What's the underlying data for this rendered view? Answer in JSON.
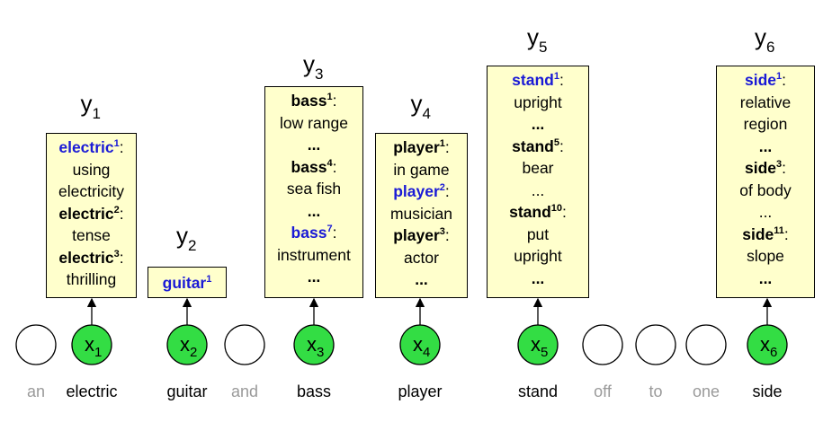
{
  "words": [
    {
      "text": "an",
      "target": false
    },
    {
      "text": "electric",
      "target": true
    },
    {
      "text": "guitar",
      "target": true
    },
    {
      "text": "and",
      "target": false
    },
    {
      "text": "bass",
      "target": true
    },
    {
      "text": "player",
      "target": true
    },
    {
      "text": "stand",
      "target": true
    },
    {
      "text": "off",
      "target": false
    },
    {
      "text": "to",
      "target": false
    },
    {
      "text": "one",
      "target": false
    },
    {
      "text": "side",
      "target": true
    }
  ],
  "x_label": "x",
  "y_label": "y",
  "targets": [
    {
      "index": "1",
      "senses": [
        {
          "kind": "word",
          "word": "electric",
          "num": "1",
          "highlight": true
        },
        {
          "kind": "gloss",
          "text": "using"
        },
        {
          "kind": "gloss",
          "text": "electricity"
        },
        {
          "kind": "word",
          "word": "electric",
          "num": "2",
          "highlight": false
        },
        {
          "kind": "gloss",
          "text": "tense"
        },
        {
          "kind": "word",
          "word": "electric",
          "num": "3",
          "highlight": false
        },
        {
          "kind": "gloss",
          "text": "thrilling"
        }
      ]
    },
    {
      "index": "2",
      "senses": [
        {
          "kind": "word",
          "word": "guitar",
          "num": "1",
          "highlight": true,
          "nocolon": true
        }
      ]
    },
    {
      "index": "3",
      "senses": [
        {
          "kind": "word",
          "word": "bass",
          "num": "1",
          "highlight": false
        },
        {
          "kind": "gloss",
          "text": "low range"
        },
        {
          "kind": "dots",
          "text": "..."
        },
        {
          "kind": "word",
          "word": "bass",
          "num": "4",
          "highlight": false
        },
        {
          "kind": "gloss",
          "text": "sea fish"
        },
        {
          "kind": "dots",
          "text": "..."
        },
        {
          "kind": "word",
          "word": "bass",
          "num": "7",
          "highlight": true
        },
        {
          "kind": "gloss",
          "text": "instrument"
        },
        {
          "kind": "dots",
          "text": "..."
        }
      ]
    },
    {
      "index": "4",
      "senses": [
        {
          "kind": "word",
          "word": "player",
          "num": "1",
          "highlight": false
        },
        {
          "kind": "gloss",
          "text": "in game"
        },
        {
          "kind": "word",
          "word": "player",
          "num": "2",
          "highlight": true
        },
        {
          "kind": "gloss",
          "text": "musician"
        },
        {
          "kind": "word",
          "word": "player",
          "num": "3",
          "highlight": false
        },
        {
          "kind": "gloss",
          "text": "actor"
        },
        {
          "kind": "dots",
          "text": "..."
        }
      ]
    },
    {
      "index": "5",
      "senses": [
        {
          "kind": "word",
          "word": "stand",
          "num": "1",
          "highlight": true
        },
        {
          "kind": "gloss",
          "text": "upright"
        },
        {
          "kind": "dots",
          "text": "..."
        },
        {
          "kind": "word",
          "word": "stand",
          "num": "5",
          "highlight": false
        },
        {
          "kind": "gloss",
          "text": "bear"
        },
        {
          "kind": "plaindots",
          "text": "..."
        },
        {
          "kind": "word",
          "word": "stand",
          "num": "10",
          "highlight": false
        },
        {
          "kind": "gloss",
          "text": "put"
        },
        {
          "kind": "gloss",
          "text": "upright"
        },
        {
          "kind": "dots",
          "text": "..."
        }
      ]
    },
    {
      "index": "6",
      "senses": [
        {
          "kind": "word",
          "word": "side",
          "num": "1",
          "highlight": true
        },
        {
          "kind": "gloss",
          "text": "relative"
        },
        {
          "kind": "gloss",
          "text": "region"
        },
        {
          "kind": "dots",
          "text": "..."
        },
        {
          "kind": "word",
          "word": "side",
          "num": "3",
          "highlight": false
        },
        {
          "kind": "gloss",
          "text": "of body"
        },
        {
          "kind": "plaindots",
          "text": "..."
        },
        {
          "kind": "word",
          "word": "side",
          "num": "11",
          "highlight": false
        },
        {
          "kind": "gloss",
          "text": "slope"
        },
        {
          "kind": "dots",
          "text": "..."
        }
      ]
    }
  ],
  "colors": {
    "target_node": "#33dd44",
    "box_fill": "#ffffcc",
    "highlight": "#1a1ad6",
    "context_word": "#9a9a9a"
  }
}
